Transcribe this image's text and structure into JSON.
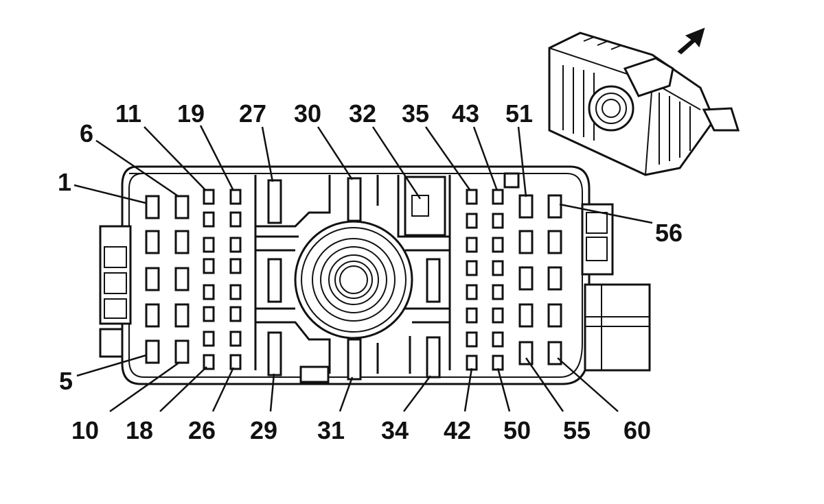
{
  "connector_pinout": {
    "top_labels": [
      "6",
      "11",
      "19",
      "27",
      "30",
      "32",
      "35",
      "43",
      "51"
    ],
    "left_label_top": "1",
    "left_label_bottom": "5",
    "right_label": "56",
    "bottom_labels": [
      "10",
      "18",
      "26",
      "29",
      "31",
      "34",
      "42",
      "50",
      "55",
      "60"
    ]
  }
}
